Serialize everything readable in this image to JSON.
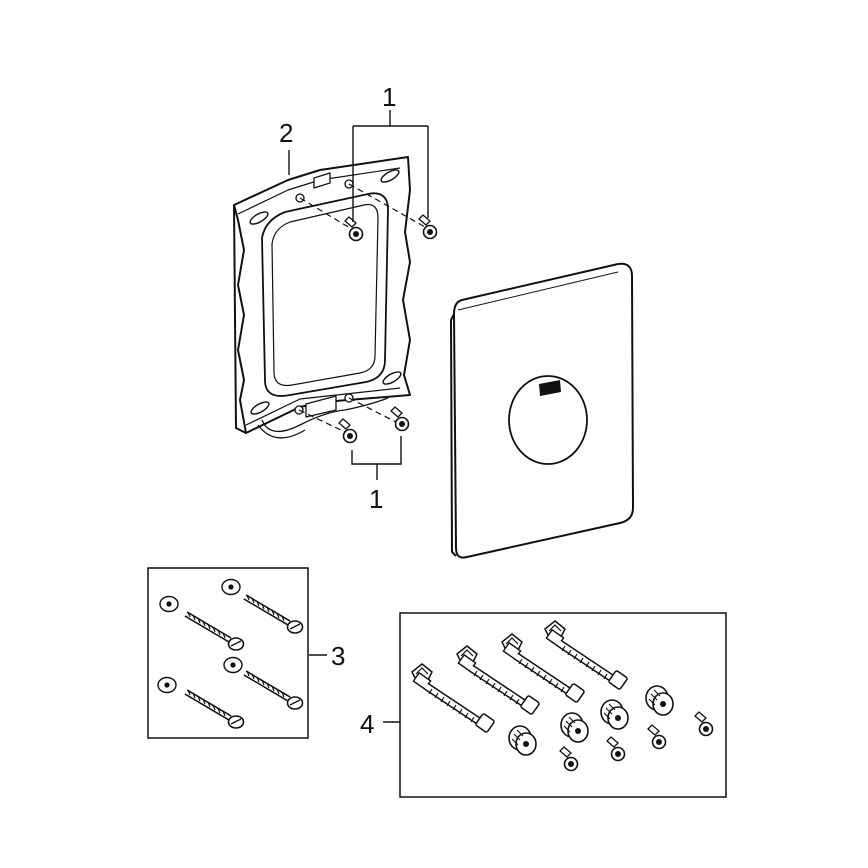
{
  "callouts": {
    "screws_top": "1",
    "frame": "2",
    "screws_bottom": "1",
    "wall_screw_kit": "3",
    "extension_kit": "4"
  },
  "icons": [
    "mounting-frame",
    "cover-plate",
    "flush-button",
    "brand-logo",
    "screw",
    "wall-plug",
    "extension-bolt",
    "knurled-nut"
  ],
  "colors": {
    "line": "#111111",
    "background": "#ffffff"
  }
}
